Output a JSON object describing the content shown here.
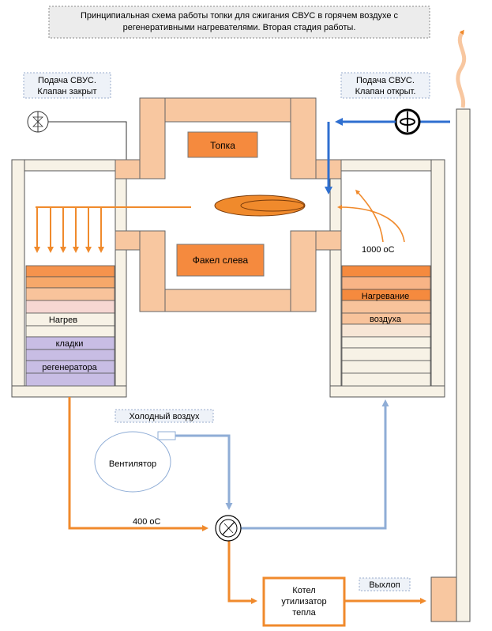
{
  "title": "Принципиальная схема работы топки для сжигания СВУС в горячем воздухе  с регенеративными нагревателями. Вторая стадия работы.",
  "title_lines": [
    "Принципиальная схема работы топки для сжигания СВУС в горячем воздухе  с",
    "регенеративными нагревателями. Вторая стадия работы."
  ],
  "feed_left": {
    "line1": "Подача СВУС.",
    "line2": "Клапан закрыт"
  },
  "feed_right": {
    "line1": "Подача СВУС.",
    "line2": "Клапан открыт."
  },
  "furnace_label": "Топка",
  "flame_label": "Факел слева",
  "temp_hot": "1000 оС",
  "temp_warm": "400 оС",
  "left_regen_lines": [
    "Нагрев",
    "кладки",
    "регенератора"
  ],
  "right_regen_lines": [
    "Нагревание",
    "воздуха"
  ],
  "cold_air_label": "Холодный воздух",
  "fan_label": "Вентилятор",
  "boiler_lines": [
    "Котел",
    "утилизатор",
    "тепла"
  ],
  "exhaust_label": "Выхлоп",
  "colors": {
    "hot_orange": "#f08a2c",
    "air_blue": "#8fadd6",
    "feed_blue": "#2f6fd0",
    "brick": "#f8c7a0",
    "furnace_box": "#f58a3e",
    "cream": "#f7f2e6",
    "label_bg": "#eef2f8"
  },
  "icons": [
    "valve-closed-icon",
    "valve-open-icon",
    "three-way-valve-icon",
    "flame-icon"
  ]
}
